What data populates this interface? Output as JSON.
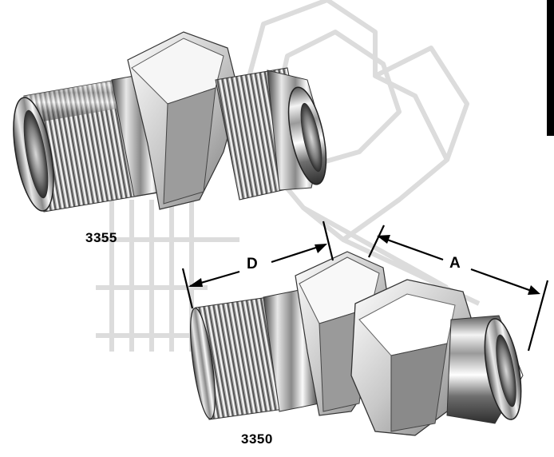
{
  "products": [
    {
      "id": "3355",
      "label": "3355"
    },
    {
      "id": "3350",
      "label": "3350"
    }
  ],
  "dimensions": {
    "d": "D",
    "a": "A"
  },
  "colors": {
    "chrome_dark": "#3a3a3a",
    "chrome_mid": "#8e8e8e",
    "chrome_light": "#f2f2f2",
    "watermark": "#d6d6d6"
  }
}
